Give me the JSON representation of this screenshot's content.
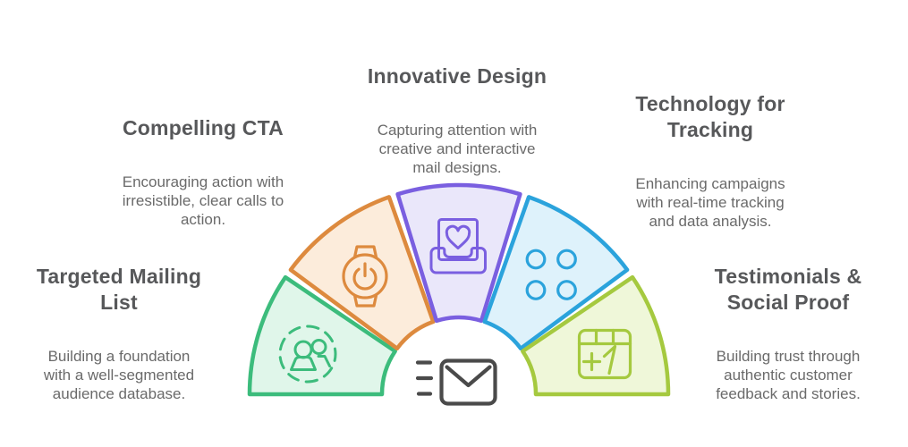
{
  "diagram": {
    "type": "semicircle-fan-infographic",
    "heading_color": "#57585a",
    "body_color": "#6a6a6a",
    "envelope_color": "#4a4a4a",
    "background": "#ffffff"
  },
  "segments": [
    {
      "title": "Targeted Mailing\nList",
      "description": "Building a foundation\nwith a well-segmented\naudience database.",
      "stroke": "#3cbc7c",
      "fill": "#e0f6ea",
      "icon": "people-icon"
    },
    {
      "title": "Compelling CTA",
      "description": "Encouraging action with\nirresistible, clear calls to\naction.",
      "stroke": "#dd8a3e",
      "fill": "#fcecdb",
      "icon": "smartwatch-power-icon"
    },
    {
      "title": "Innovative Design",
      "description": "Capturing attention with\ncreative and interactive\nmail designs.",
      "stroke": "#7a5fe0",
      "fill": "#eae7fa",
      "icon": "mail-heart-inbox-icon"
    },
    {
      "title": "Technology for\nTracking",
      "description": "Enhancing campaigns\nwith real-time tracking\nand data analysis.",
      "stroke": "#2ba3dc",
      "fill": "#def2fb",
      "icon": "four-dots-icon"
    },
    {
      "title": "Testimonials &\nSocial Proof",
      "description": "Building trust through\nauthentic customer\nfeedback and stories.",
      "stroke": "#a5c93f",
      "fill": "#eff7d9",
      "icon": "calendar-plus-one-icon"
    }
  ]
}
